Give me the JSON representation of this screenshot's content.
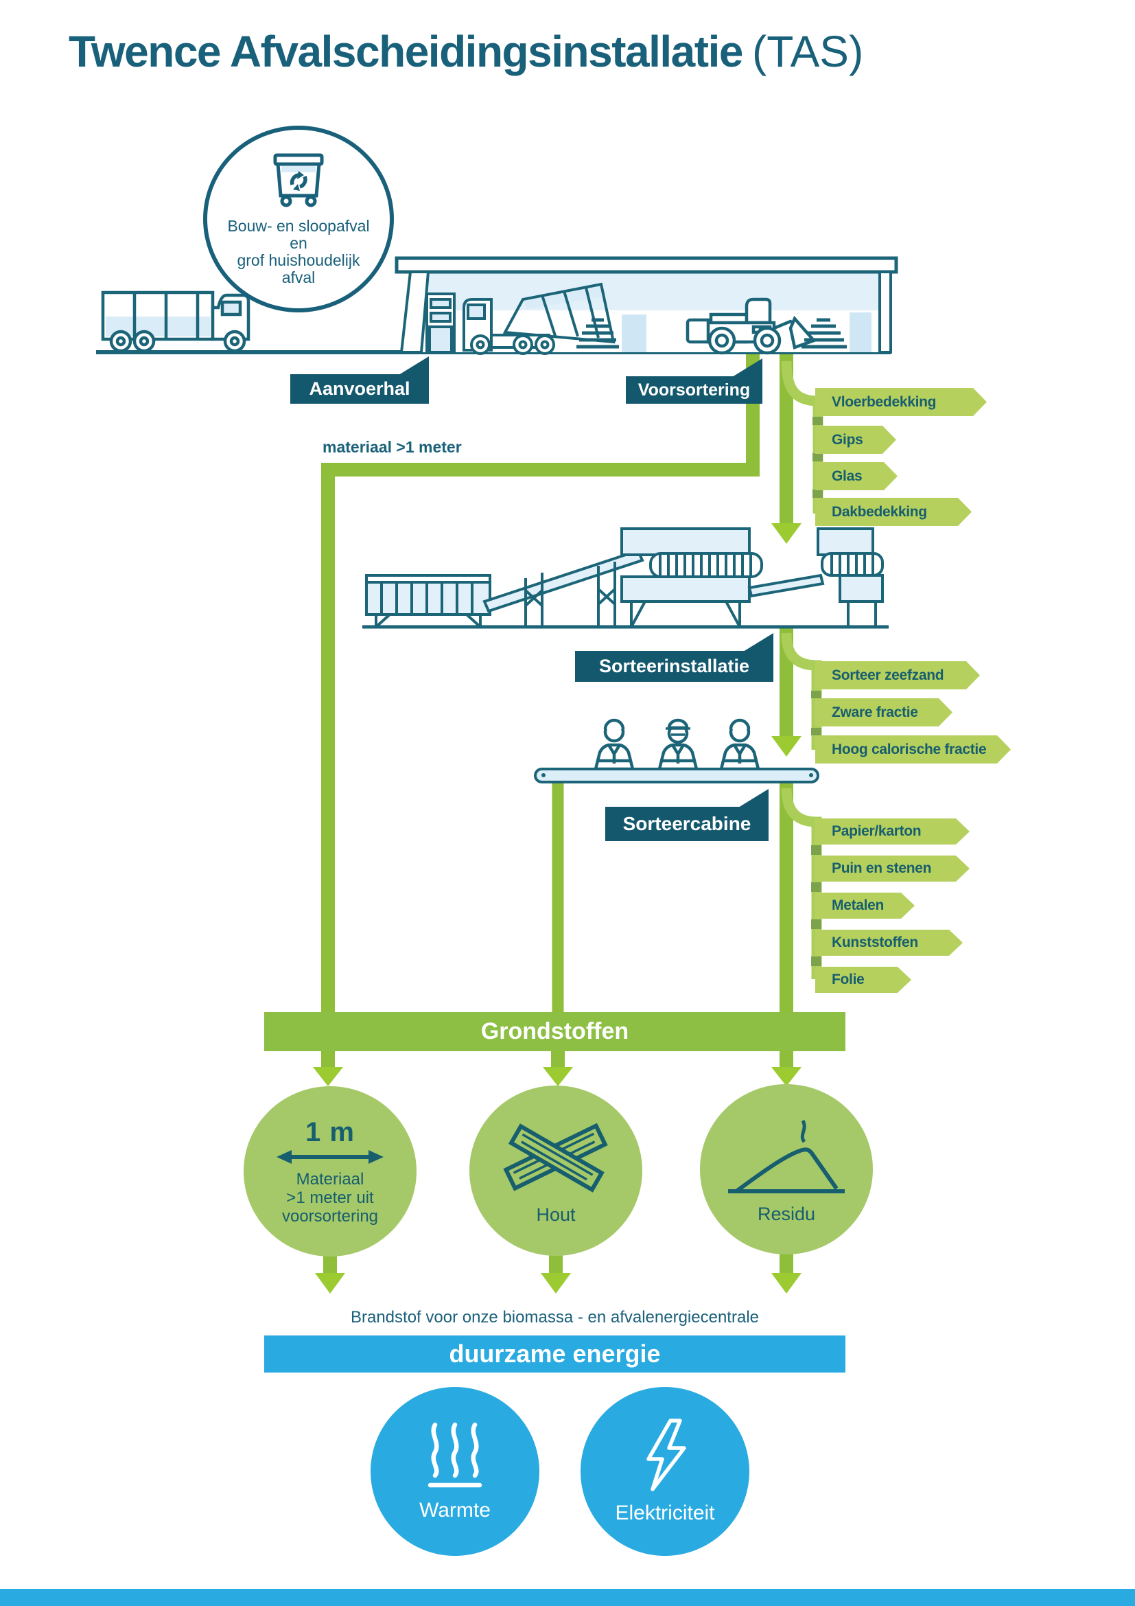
{
  "page": {
    "title_main": "Twence Afvalscheidingsinstallatie",
    "title_suffix": "(TAS)"
  },
  "intake": {
    "icon": "waste-container-icon",
    "text": "Bouw- en sloopafval\nen\ngrof huishoudelijk\nafval"
  },
  "process_labels": {
    "aanvoerhal": "Aanvoerhal",
    "voorsortering": "Voorsortering",
    "sorteerinstallatie": "Sorteerinstallatie",
    "sorteercabine": "Sorteercabine"
  },
  "flow_note": "materiaal >1 meter",
  "tags_voorsortering": [
    {
      "label": "Vloerbedekking"
    },
    {
      "label": "Gips"
    },
    {
      "label": "Glas"
    },
    {
      "label": "Dakbedekking"
    }
  ],
  "tags_sorteerinstallatie": [
    {
      "label": "Sorteer zeefzand"
    },
    {
      "label": "Zware fractie"
    },
    {
      "label": "Hoog calorische fractie"
    }
  ],
  "tags_sorteercabine": [
    {
      "label": "Papier/karton"
    },
    {
      "label": "Puin en stenen"
    },
    {
      "label": "Metalen"
    },
    {
      "label": "Kunststoffen"
    },
    {
      "label": "Folie"
    }
  ],
  "grondstoffen": {
    "bar_label": "Grondstoffen",
    "outputs": [
      {
        "measure": "1 m",
        "icon": "measure-arrow-icon",
        "label": "Materiaal\n>1 meter uit\nvoorsortering"
      },
      {
        "icon": "wood-planks-icon",
        "label": "Hout"
      },
      {
        "icon": "residue-pile-icon",
        "label": "Residu"
      }
    ]
  },
  "energy": {
    "note": "Brandstof voor onze biomassa - en afvalenergiecentrale",
    "bar_label": "duurzame energie",
    "outputs": [
      {
        "icon": "heat-icon",
        "label": "Warmte"
      },
      {
        "icon": "electricity-icon",
        "label": "Elektriciteit"
      }
    ]
  },
  "colors": {
    "teal": "#19607a",
    "label_bg": "#14586d",
    "flow_green": "#8fbe3a",
    "arrowhead_green": "#9ccb31",
    "tag_green": "#b6d05e",
    "circle_green": "#a5c968",
    "bar_green": "#8cbf44",
    "blue": "#29aae1",
    "light_blue_fill": "#dceef8"
  }
}
